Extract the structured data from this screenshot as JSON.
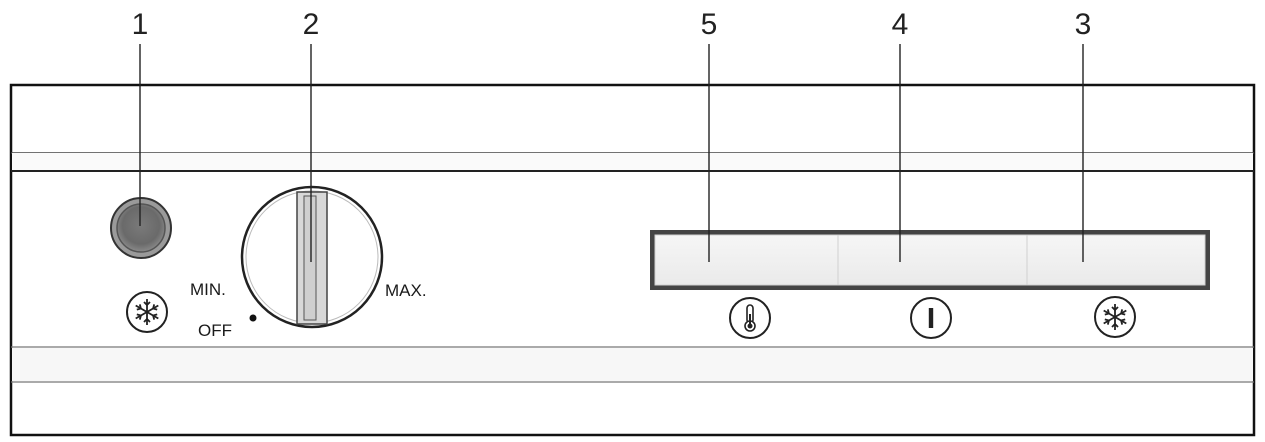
{
  "callouts": {
    "indicator_light": "1",
    "temperature_dial": "2",
    "superfrost_button": "3",
    "on_off_button": "4",
    "temperature_button": "5"
  },
  "dial": {
    "min_label": "MIN.",
    "max_label": "MAX.",
    "off_label": "OFF"
  },
  "icons": {
    "indicator_symbol": "snowflake-icon",
    "button_symbols": [
      "thermometer-icon",
      "power-icon",
      "snowflake-icon"
    ]
  }
}
